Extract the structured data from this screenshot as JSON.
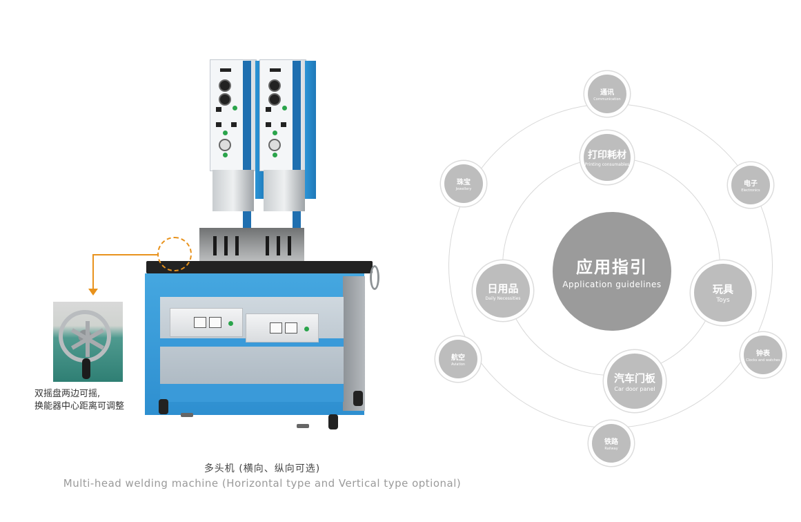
{
  "detail": {
    "caption_line1": "双摇盘两边可摇,",
    "caption_line2": "换能器中心距离可调整"
  },
  "main_caption": {
    "cn": "多头机 (横向、纵向可选)",
    "en": "Multi-head welding machine (Horizontal type and Vertical type optional)"
  },
  "diagram": {
    "center": {
      "cn": "应用指引",
      "en": "Application guidelines"
    },
    "inner_nodes": [
      {
        "cn": "打印耗材",
        "en": "Printing consumables"
      },
      {
        "cn": "玩具",
        "en": "Toys"
      },
      {
        "cn": "汽车门板",
        "en": "Car door panel"
      },
      {
        "cn": "日用品",
        "en": "Daily Necessities"
      }
    ],
    "outer_nodes": [
      {
        "cn": "通讯",
        "en": "Communication"
      },
      {
        "cn": "电子",
        "en": "Electronics"
      },
      {
        "cn": "钟表",
        "en": "Clocks and watches"
      },
      {
        "cn": "铁路",
        "en": "Railway"
      },
      {
        "cn": "航空",
        "en": "Aviation"
      },
      {
        "cn": "珠宝",
        "en": "Jewellery"
      }
    ]
  },
  "colors": {
    "accent_orange": "#e8921c",
    "machine_blue": "#2e8fd0",
    "node_gray": "#bdbdbd",
    "center_gray": "#9b9b9b"
  }
}
